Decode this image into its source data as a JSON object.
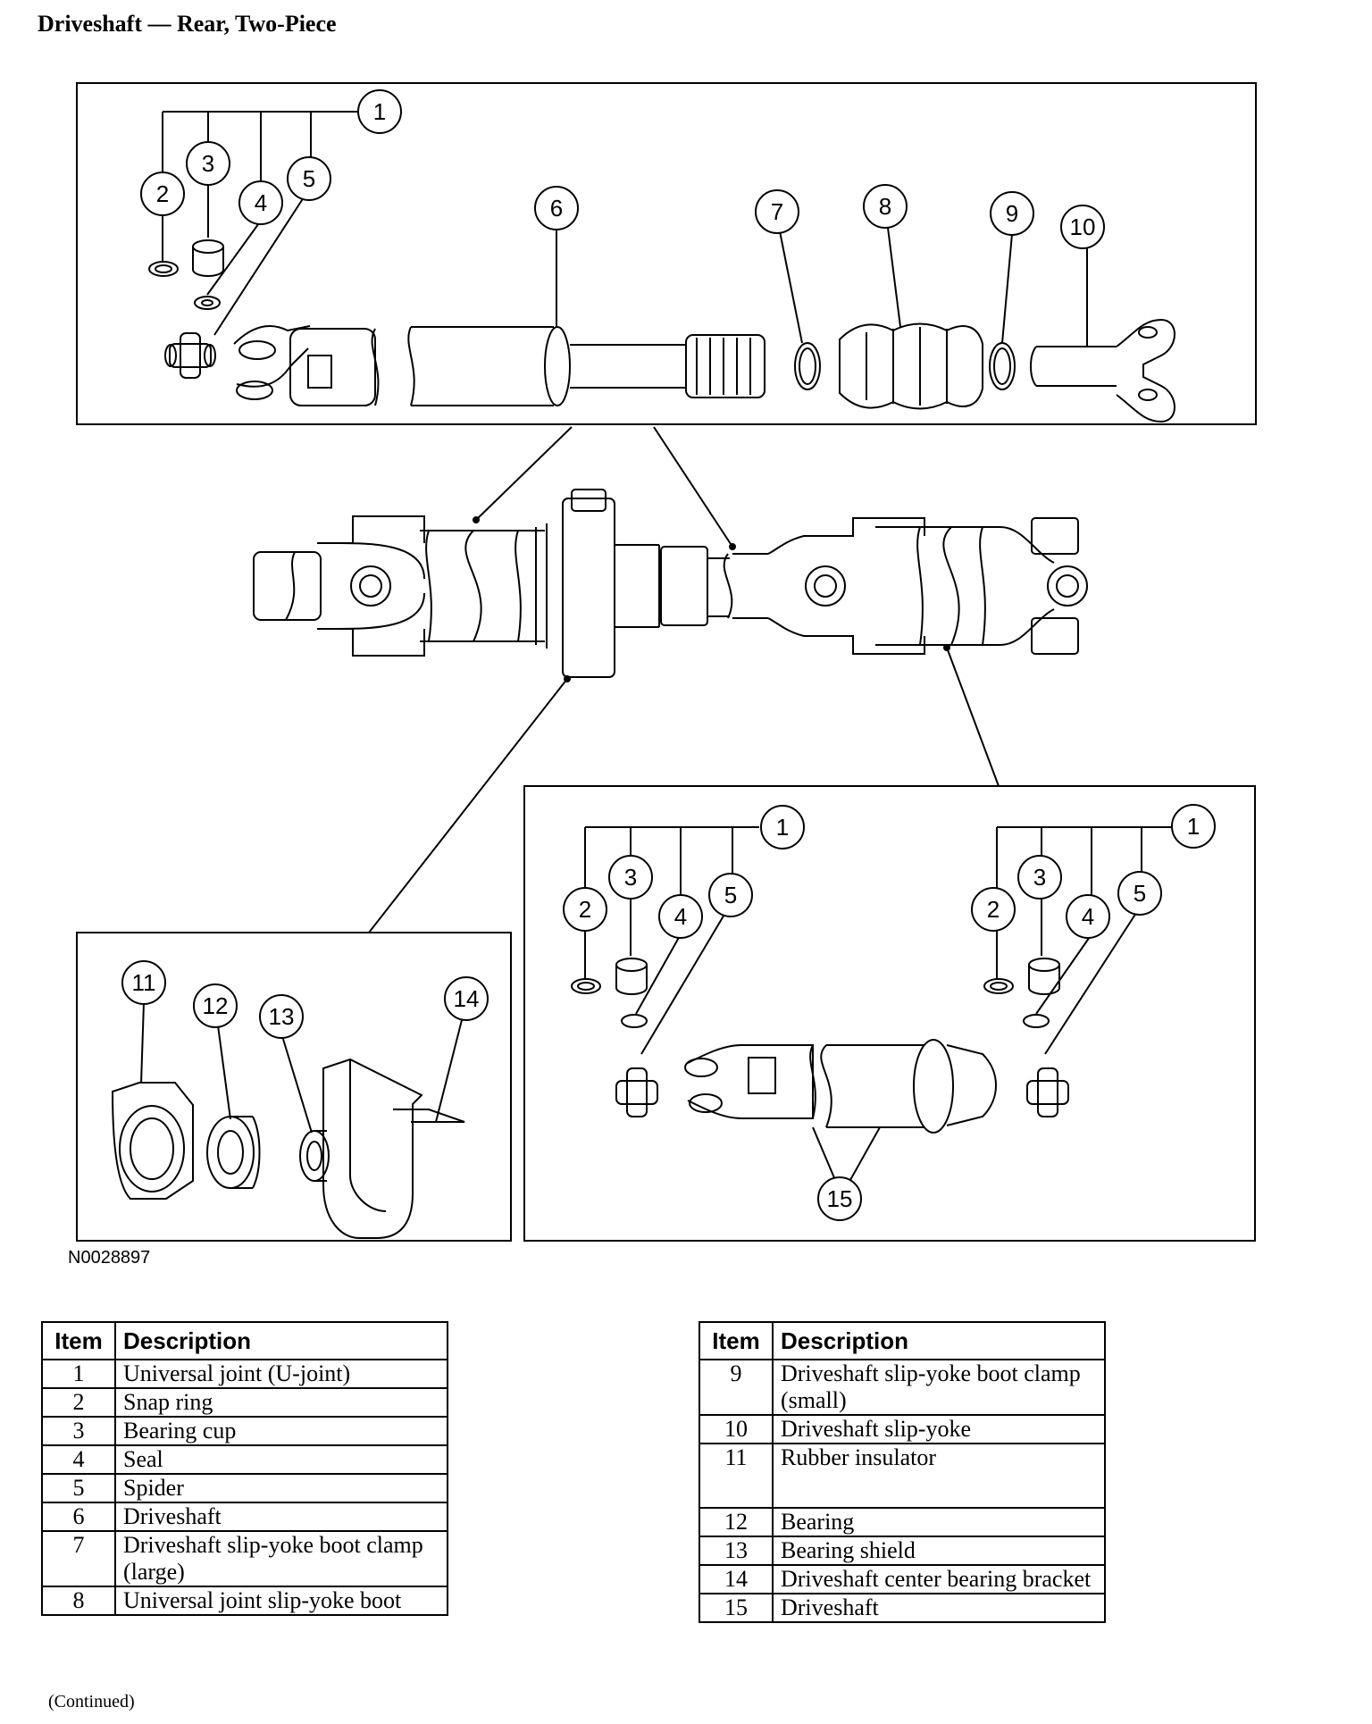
{
  "title": "Driveshaft — Rear, Two-Piece",
  "figure_id": "N0028897",
  "callouts": {
    "top": [
      "1",
      "2",
      "3",
      "4",
      "5",
      "6",
      "7",
      "8",
      "9",
      "10"
    ],
    "bottom_left": [
      "11",
      "12",
      "13",
      "14"
    ],
    "bottom_right": [
      "1",
      "2",
      "3",
      "4",
      "5",
      "1",
      "2",
      "3",
      "4",
      "5",
      "15"
    ]
  },
  "table_header": {
    "item": "Item",
    "description": "Description"
  },
  "table_left": [
    {
      "item": "1",
      "desc": "Universal joint (U-joint)"
    },
    {
      "item": "2",
      "desc": "Snap ring"
    },
    {
      "item": "3",
      "desc": "Bearing cup"
    },
    {
      "item": "4",
      "desc": "Seal"
    },
    {
      "item": "5",
      "desc": "Spider"
    },
    {
      "item": "6",
      "desc": "Driveshaft"
    },
    {
      "item": "7",
      "desc": "Driveshaft slip-yoke boot clamp (large)"
    },
    {
      "item": "8",
      "desc": "Universal joint slip-yoke boot"
    }
  ],
  "table_right": [
    {
      "item": "9",
      "desc": "Driveshaft slip-yoke boot clamp (small)"
    },
    {
      "item": "10",
      "desc": "Driveshaft slip-yoke"
    },
    {
      "item": "11",
      "desc": "Rubber insulator"
    },
    {
      "item": "12",
      "desc": "Bearing"
    },
    {
      "item": "13",
      "desc": "Bearing shield"
    },
    {
      "item": "14",
      "desc": "Driveshaft center bearing bracket"
    },
    {
      "item": "15",
      "desc": "Driveshaft"
    }
  ],
  "continued": "(Continued)"
}
